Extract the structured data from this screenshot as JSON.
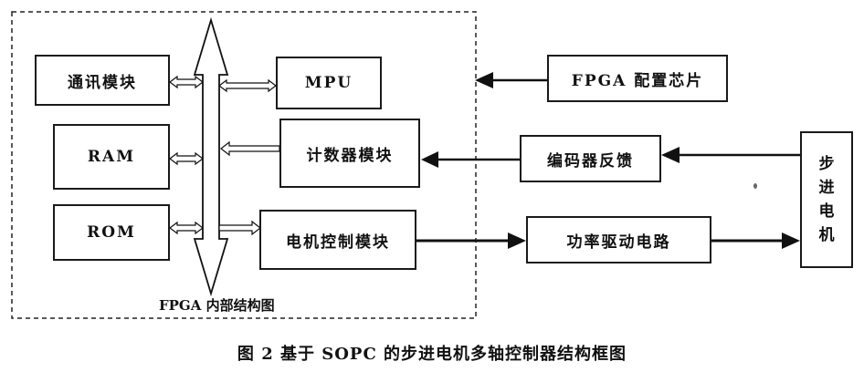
{
  "diagram": {
    "fpga_boundary_label": "FPGA 内部结构图",
    "blocks": {
      "comm": "通讯模块",
      "ram": "RAM",
      "rom": "ROM",
      "mpu": "MPU",
      "counter": "计数器模块",
      "motor_ctrl": "电机控制模块",
      "fpga_config": "FPGA 配置芯片",
      "encoder": "编码器反馈",
      "driver": "功率驱动电路",
      "stepper": [
        "步",
        "进",
        "电",
        "机"
      ]
    }
  },
  "caption": "图 2  基于 SOPC 的步进电机多轴控制器结构框图"
}
